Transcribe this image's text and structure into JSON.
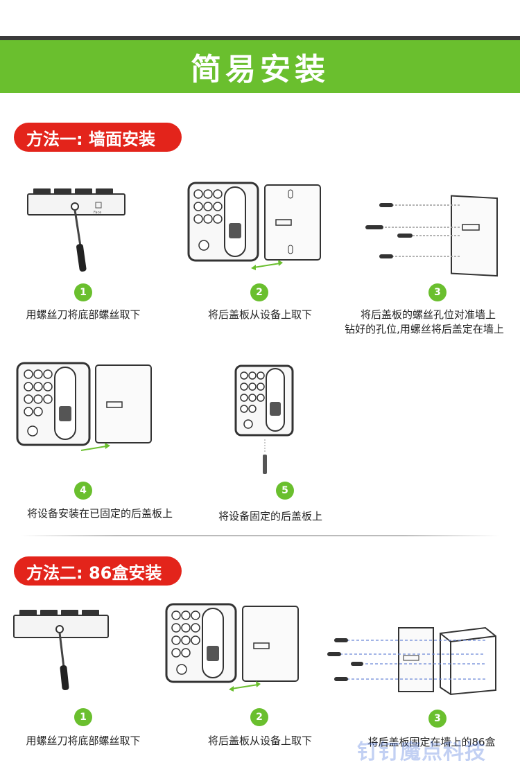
{
  "title": "简易安装",
  "method1": {
    "label": "方法一: 墙面安装",
    "steps": [
      {
        "num": "1",
        "caption": "用螺丝刀将底部螺丝取下"
      },
      {
        "num": "2",
        "caption": "将后盖板从设备上取下"
      },
      {
        "num": "3",
        "caption_line1": "将后盖板的螺丝孔位对准墙上",
        "caption_line2": "钻好的孔位,用螺丝将后盖定在墙上"
      },
      {
        "num": "4",
        "caption": "将设备安装在已固定的后盖板上"
      },
      {
        "num": "5",
        "caption": "将设备固定的后盖板上"
      }
    ]
  },
  "method2": {
    "label": "方法二: 86盒安装",
    "steps": [
      {
        "num": "1",
        "caption": "用螺丝刀将底部螺丝取下"
      },
      {
        "num": "2",
        "caption": "将后盖板从设备上取下"
      },
      {
        "num": "3",
        "caption": "将后盖板固定在墙上的86盒"
      }
    ]
  },
  "device_label": "Face",
  "watermark": "钉钉魔点科技",
  "colors": {
    "banner": "#6abf2e",
    "pill": "#e3241b",
    "badge": "#6abf2e",
    "arrow": "#6abf2e"
  }
}
